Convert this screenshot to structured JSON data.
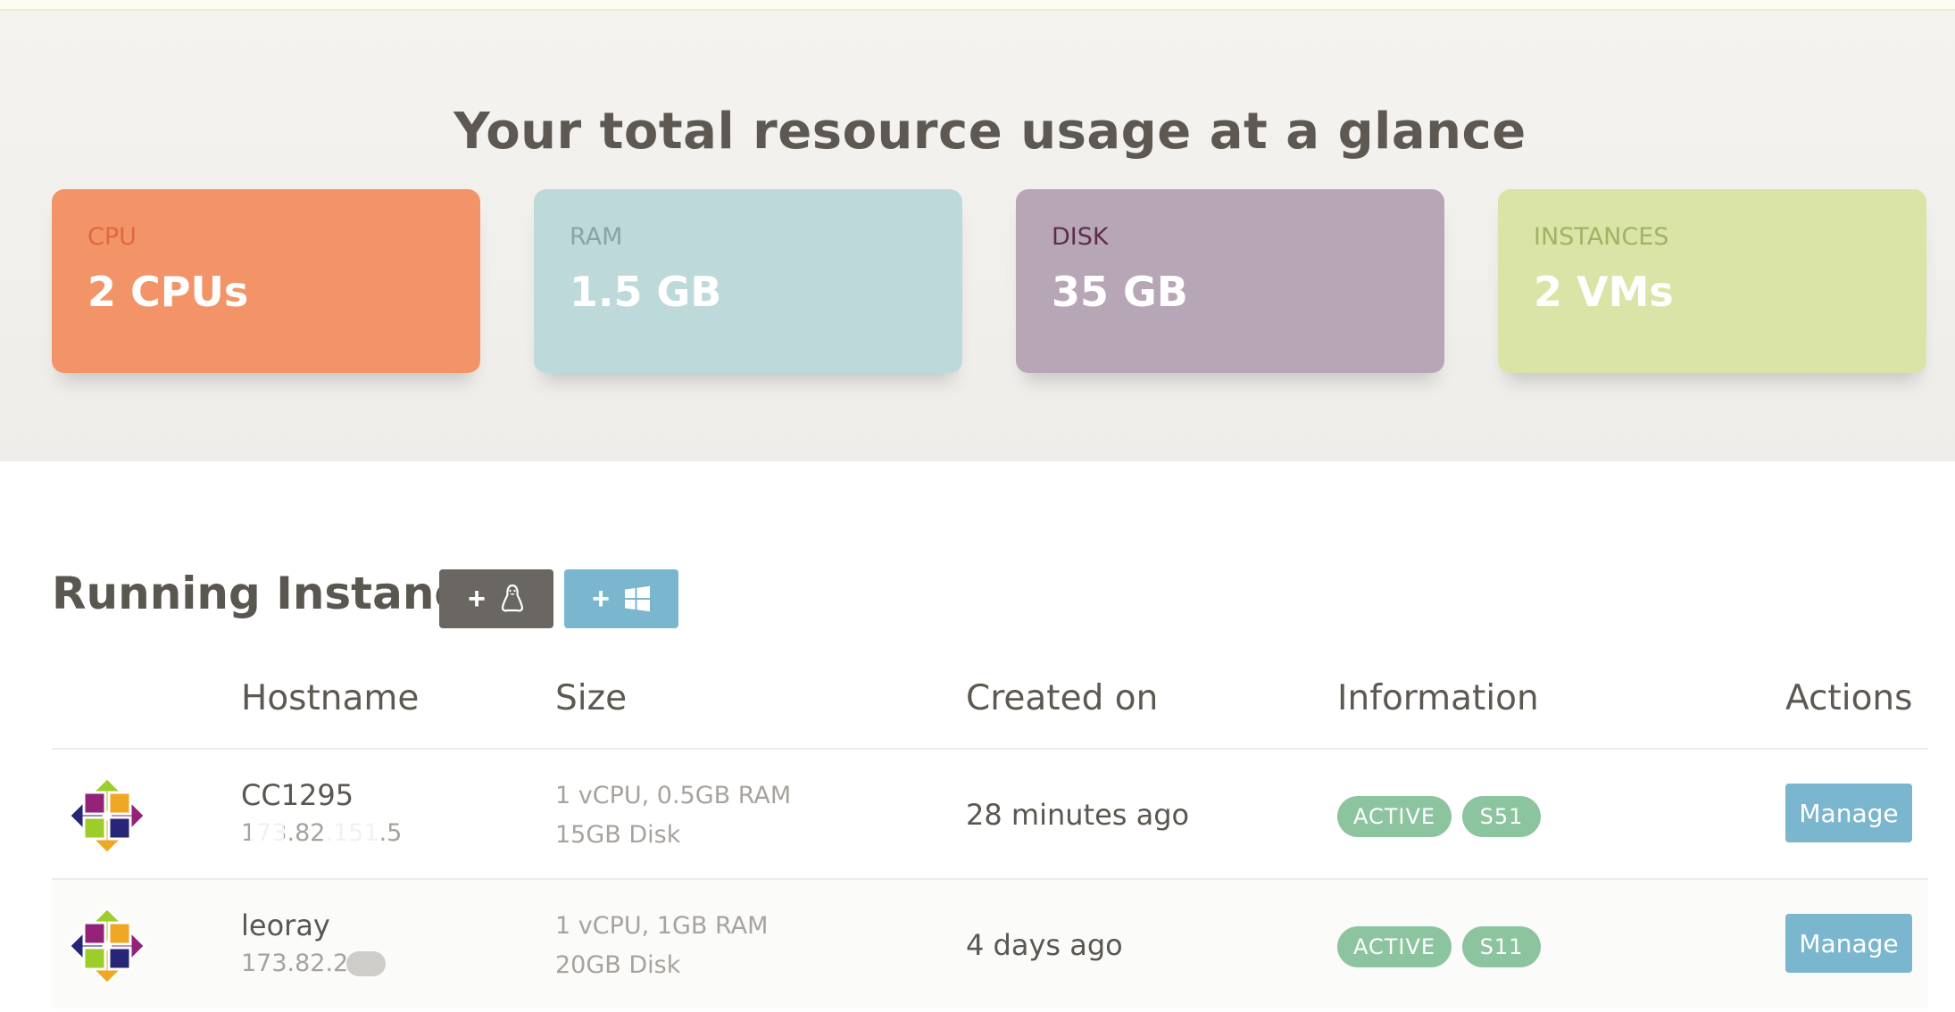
{
  "hero": {
    "title": "Your total resource usage at a glance"
  },
  "stats": [
    {
      "label": "CPU",
      "value": "2 CPUs",
      "bg": "#f39468",
      "label_color": "#e0683e"
    },
    {
      "label": "RAM",
      "value": "1.5 GB",
      "bg": "#bed9d9",
      "label_color": "#8ba3a3"
    },
    {
      "label": "DISK",
      "value": "35 GB",
      "bg": "#b7a7b6",
      "label_color": "#5f2c4c"
    },
    {
      "label": "INSTANCES",
      "value": "2 VMs",
      "bg": "#d9e4a6",
      "label_color": "#9fb365"
    }
  ],
  "instances": {
    "title": "Running Instances",
    "add_linux_label": "+",
    "add_windows_label": "+",
    "columns": [
      "",
      "Hostname",
      "Size",
      "Created on",
      "Information",
      "Actions"
    ],
    "rows": [
      {
        "hostname": "CC1295",
        "ip": "173.82.151.5",
        "size_line1": "1 vCPU, 0.5GB RAM",
        "size_line2": "15GB Disk",
        "created": "28 minutes ago",
        "status": "ACTIVE",
        "region": "S51",
        "action": "Manage"
      },
      {
        "hostname": "leoray",
        "ip": "173.82.2",
        "size_line1": "1 vCPU, 1GB RAM",
        "size_line2": "20GB Disk",
        "created": "4 days ago",
        "status": "ACTIVE",
        "region": "S11",
        "action": "Manage"
      }
    ]
  },
  "colors": {
    "badge": "#8dc4a0",
    "manage_button": "#7bb6cf",
    "linux_button": "#6a6661",
    "windows_button": "#7bb6cf"
  }
}
